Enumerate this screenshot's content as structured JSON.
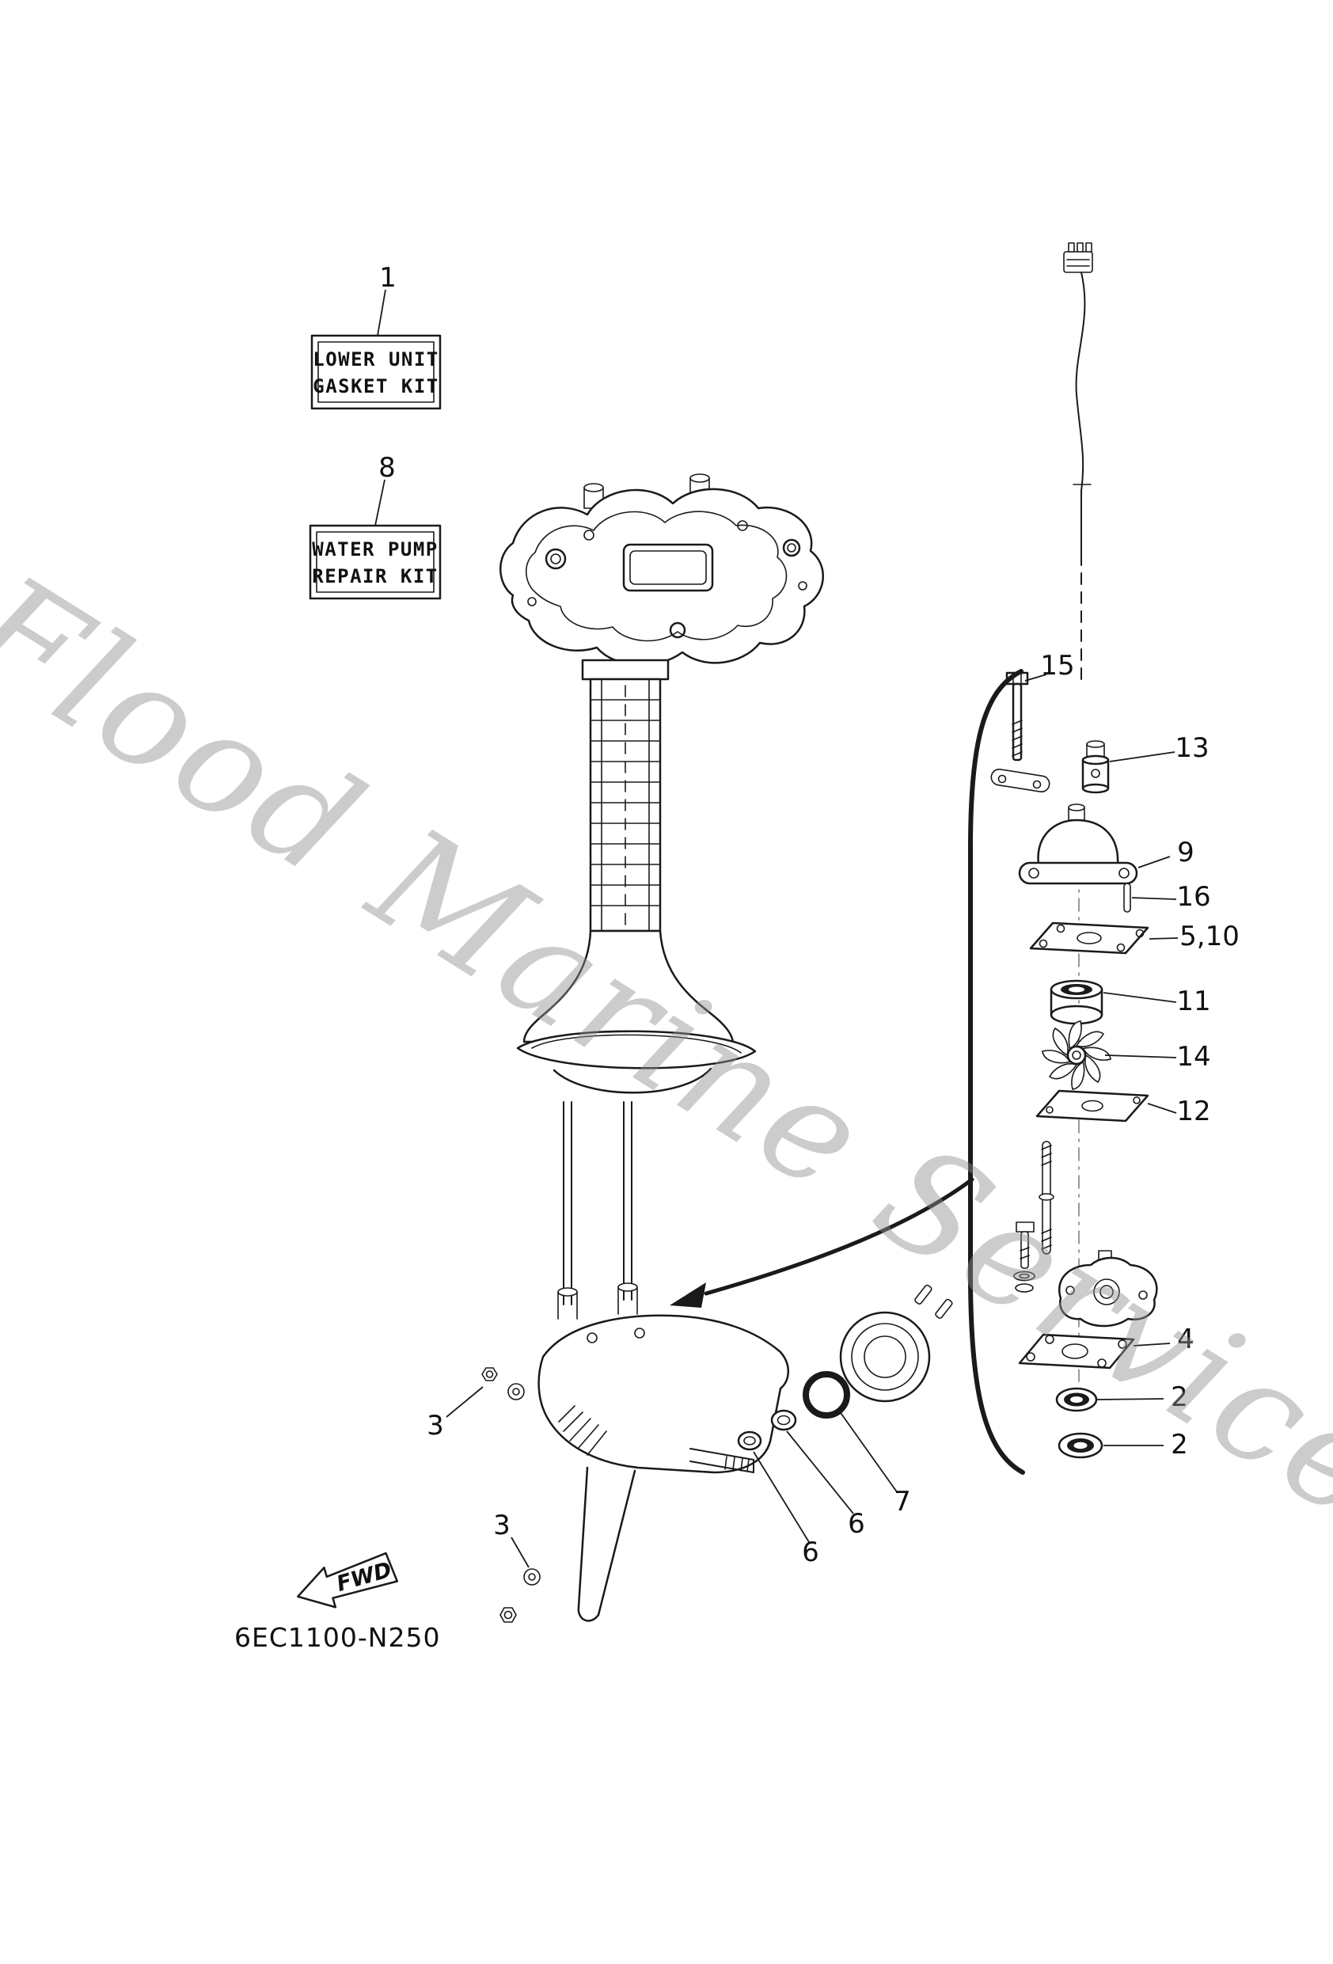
{
  "page": {
    "watermark": "Flood Marine Services",
    "diagram_code": "6EC1100-N250",
    "background": "#ffffff",
    "ink": "#1a1a1a"
  },
  "kit_labels": {
    "gasket_kit": {
      "callout": "1",
      "line1": "LOWER UNIT",
      "line2": "GASKET KIT"
    },
    "water_pump_kit": {
      "callout": "8",
      "line1": "WATER PUMP",
      "line2": "REPAIR KIT"
    }
  },
  "fwd_label": "FWD",
  "callouts": {
    "n15": "15",
    "n13": "13",
    "n9": "9",
    "n16": "16",
    "n5_10": "5,10",
    "n11": "11",
    "n14": "14",
    "n12": "12",
    "n4": "4",
    "n2a": "2",
    "n2b": "2",
    "n3a": "3",
    "n3b": "3",
    "n6a": "6",
    "n6b": "6",
    "n7": "7"
  }
}
